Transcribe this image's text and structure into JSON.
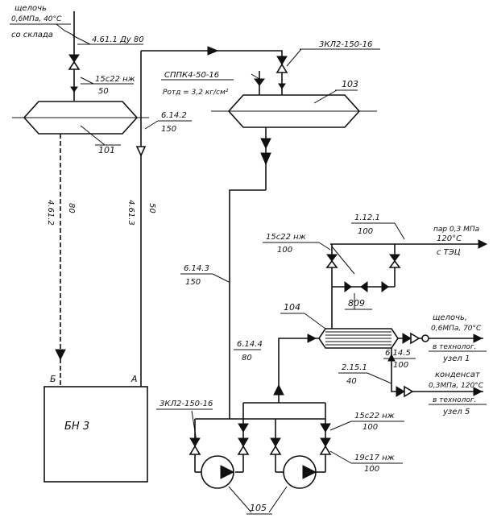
{
  "labels": {
    "alkali_in_1": "щелочь",
    "alkali_in_2": "0,6МПа, 40°С",
    "alkali_in_3": "со склада",
    "pipe_461_top": "4.61.1 Ду 80",
    "valve_15s22_top": "15с22 нж",
    "valve_15s22_top_dn": "50",
    "pipe_614_2": "6.14.2",
    "pipe_614_2_dn": "150",
    "valve_3kl2_top": "3КЛ2-150-16",
    "safety_valve": "СППК4-50-16",
    "safety_pressure": "Pотд = 3,2 кг/см²",
    "pipe_461_2": "4.61.2",
    "pipe_461_2_dn": "80",
    "pipe_461_3": "4.61.3",
    "pipe_461_3_dn": "50",
    "pipe_614_3": "6.14.3",
    "pipe_614_3_dn": "150",
    "pipe_112_1": "1.12.1",
    "pipe_112_1_dn": "100",
    "steam_1": "пар 0,3 МПа",
    "steam_2": "120°С",
    "steam_3": "с ТЭЦ",
    "valve_15s22_steam": "15с22 нж",
    "valve_15s22_steam_dn": "100",
    "pipe_614_4": "6.14.4",
    "pipe_614_4_dn": "80",
    "alkali_out_1": "щелочь,",
    "alkali_out_2": "0,6МПа, 70°С",
    "alkali_out_3": "в технолог.",
    "alkali_out_4": "узел 1",
    "pipe_614_5": "6.14.5",
    "pipe_614_5_dn": "100",
    "pipe_215_1": "2.15.1",
    "pipe_215_1_dn": "40",
    "cond_1": "конденсат",
    "cond_2": "0,3МПа, 120°С",
    "cond_3": "в технолог.",
    "cond_4": "узел 5",
    "valve_3kl2_pump": "3КЛ2-150-16",
    "valve_15s22_pump": "15с22 нж",
    "valve_15s22_pump_dn": "100",
    "valve_19s17": "19с17 нж",
    "valve_19s17_dn": "100",
    "tank_bn3": "БН 3",
    "port_b": "Б",
    "port_a": "А"
  },
  "equipment": {
    "tank_101": "101",
    "tank_103": "103",
    "heater_104": "104",
    "pumps_105": "105",
    "group_809": "809"
  }
}
